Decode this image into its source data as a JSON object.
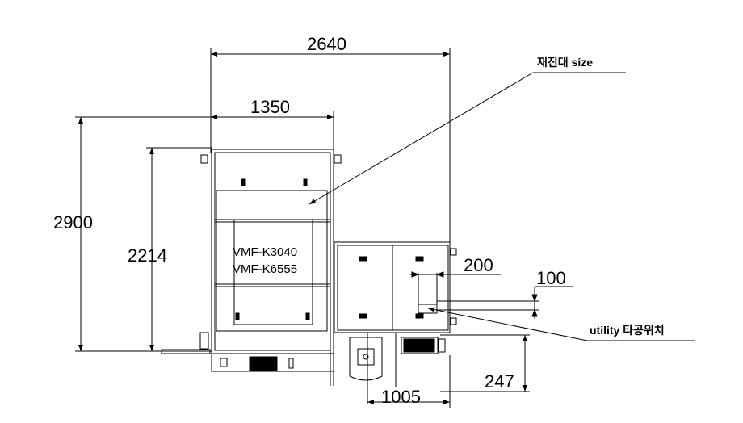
{
  "dimensions": {
    "overall_width": "2640",
    "machine_width": "1350",
    "overall_depth": "2900",
    "machine_depth": "2214",
    "offset_200": "200",
    "offset_100": "100",
    "offset_1005": "1005",
    "offset_247": "247"
  },
  "labels": {
    "table_size": "재진대 size",
    "utility_position": "utility 타공위치",
    "model_1": "VMF-K3040",
    "model_2": "VMF-K6555"
  },
  "colors": {
    "line": "#000000",
    "background": "#ffffff"
  }
}
